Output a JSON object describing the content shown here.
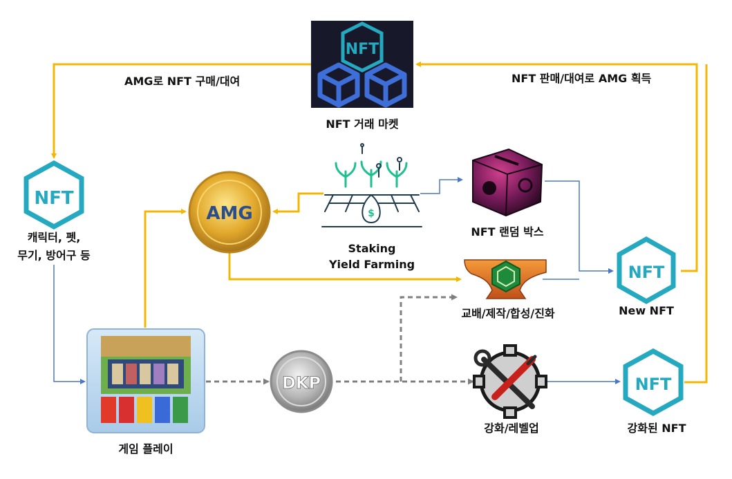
{
  "diagram": {
    "labels": {
      "buy_rent": "AMG로 NFT 구매/대여",
      "sell_rent": "NFT 판매/대여로 AMG 획득",
      "market": "NFT 거래 마켓",
      "characters_line1": "캐릭터, 펫,",
      "characters_line2": "무기, 방어구 등",
      "staking_line1": "Staking",
      "staking_line2": "Yield Farming",
      "random_box": "NFT 랜덤 박스",
      "exchange": "교배/제작/합성/진화",
      "new_nft": "New NFT",
      "game_play": "게임 플레이",
      "upgrade": "강화/레벨업",
      "upgraded_nft": "강화된 NFT"
    },
    "tokens": {
      "amg": "AMG",
      "dkp": "DKP"
    },
    "icon_text": {
      "nft": "NFT"
    },
    "colors": {
      "gold_flow": "#f2b705",
      "blue_flow": "#4a78c8",
      "gray_flow": "#7f7f7f",
      "nft_teal": "#25a9c0",
      "market_bg": "#17192a",
      "coin_gold": "#e6b53a",
      "coin_silver": "#a8a8a8"
    }
  }
}
